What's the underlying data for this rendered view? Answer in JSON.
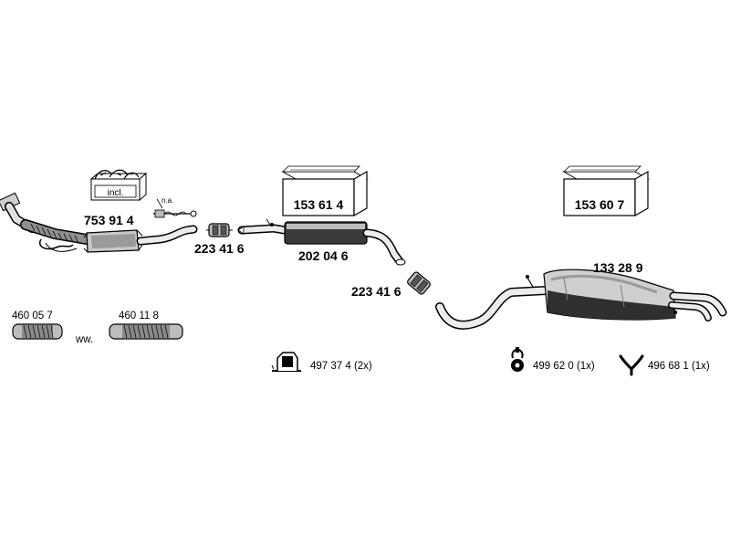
{
  "parts": {
    "catalytic_converter": "753 91 4",
    "clamp_front": "223 41 6",
    "front_silencer": "202 04 6",
    "clamp_mid": "223 41 6",
    "rear_silencer": "133 28 9",
    "flex_pipe_a": "460 05 7",
    "flex_pipe_b": "460 11 8",
    "kit_front": "153 61 4",
    "kit_rear": "153 60 7",
    "hanger_bracket": "497 37 4  (2x)",
    "rubber_mount": "499 62 0  (1x)",
    "hanger_y": "496 68 1  (1x)"
  },
  "labels": {
    "incl": "incl.",
    "not_available": "n.a.",
    "alternative": "ww."
  },
  "colors": {
    "line": "#000000",
    "metal_light": "#dcdcdc",
    "metal_mid": "#9a9a9a",
    "metal_dark": "#3a3a3a",
    "box_fill": "#ffffff"
  }
}
